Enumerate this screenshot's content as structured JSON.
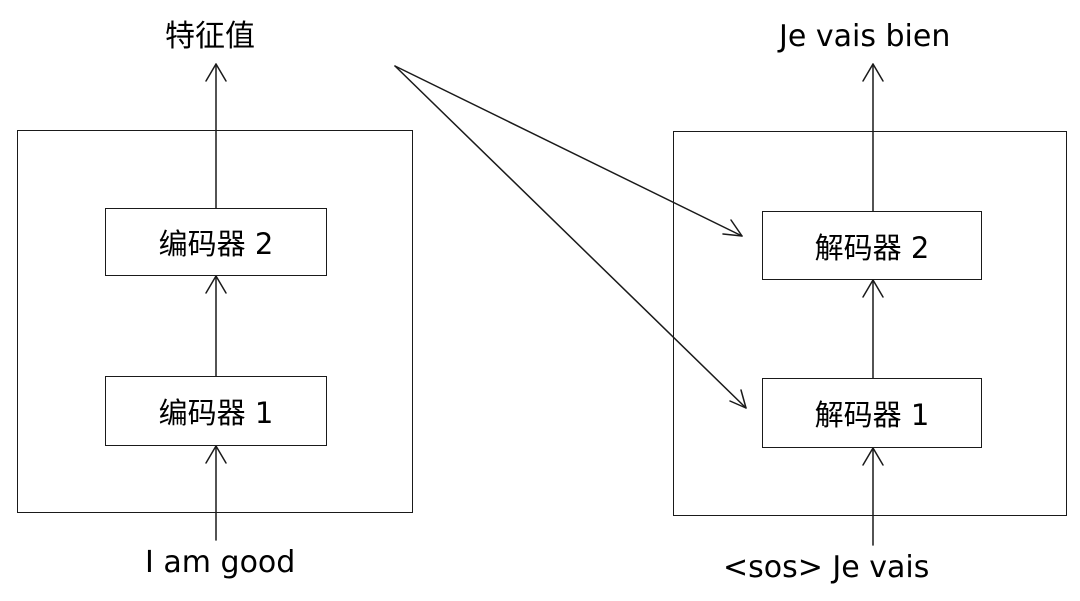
{
  "encoder": {
    "output_label": "特征值",
    "input_label": "I am good",
    "blocks": [
      "编码器 2",
      "编码器 1"
    ]
  },
  "decoder": {
    "output_label": "Je vais bien",
    "input_label": "<sos> Je vais",
    "blocks": [
      "解码器 2",
      "解码器 1"
    ]
  },
  "colors": {
    "line": "#1a1a1a",
    "background": "#ffffff"
  }
}
